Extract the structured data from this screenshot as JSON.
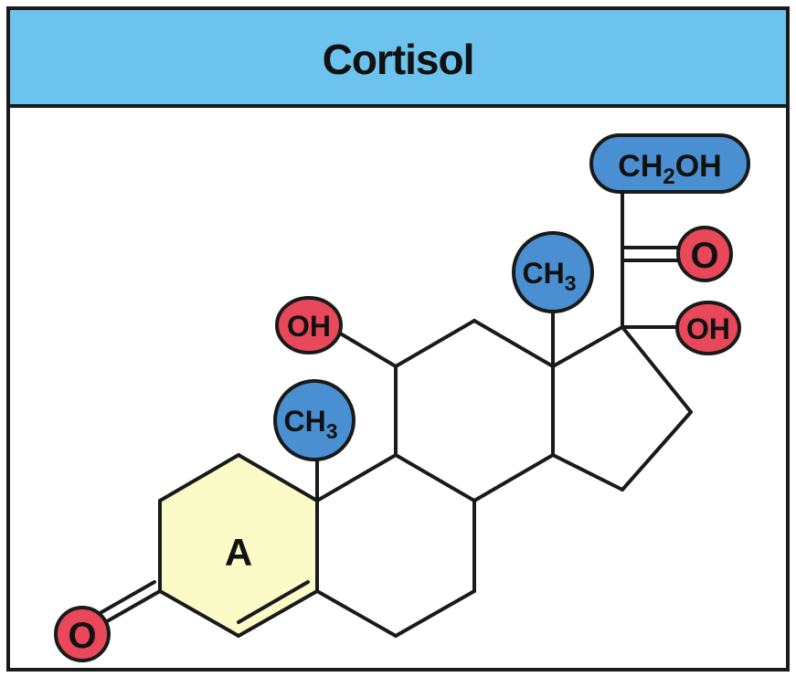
{
  "title": "Cortisol",
  "ring_label": "A",
  "groups": {
    "ch2oh": {
      "main": "CH",
      "sub": "2",
      "tail": "OH"
    },
    "ketone_side": "O",
    "oh_17": "OH",
    "oh_11": "OH",
    "ch3_13": {
      "main": "CH",
      "sub": "3"
    },
    "ch3_10": {
      "main": "CH",
      "sub": "3"
    },
    "ketone_3": "O"
  },
  "colors": {
    "header": "#6cc3ee",
    "methyl": "#4a8fd2",
    "oxygen": "#e8485a",
    "ring_a": "#fbfbc8",
    "bond": "#1a1a1a"
  }
}
